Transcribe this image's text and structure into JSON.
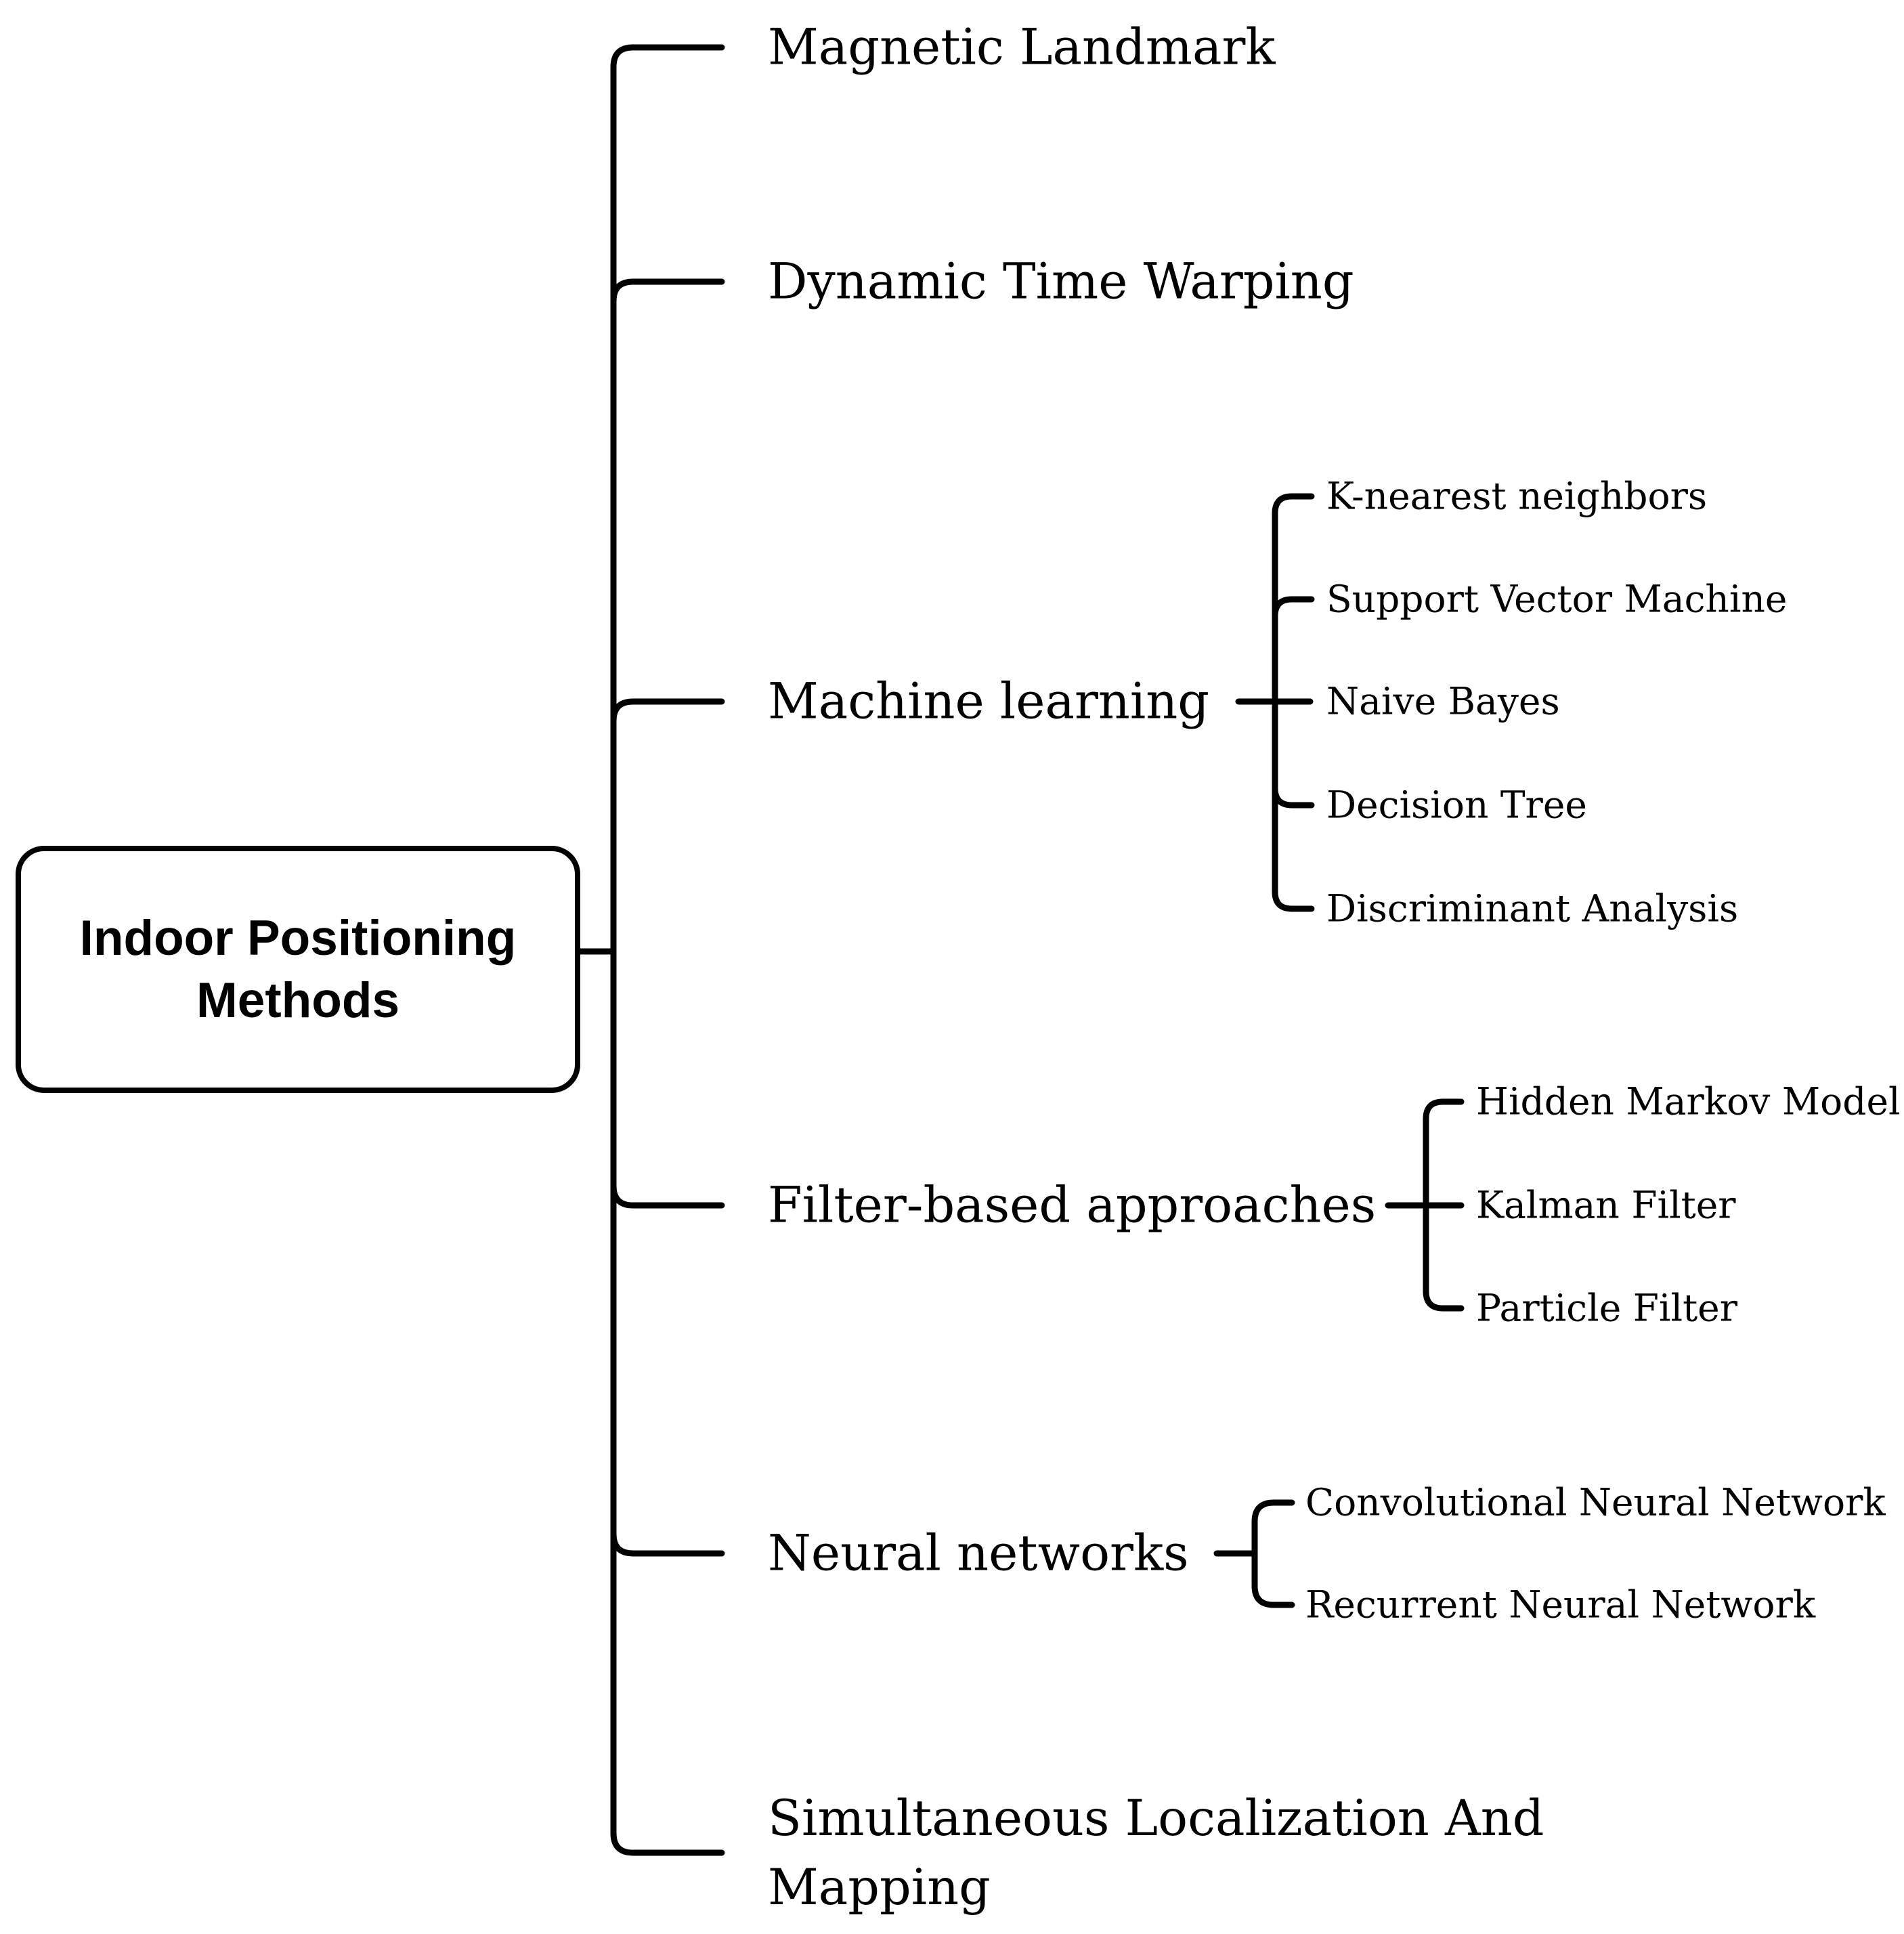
{
  "root": {
    "line1": "Indoor Positioning",
    "line2": "Methods"
  },
  "branches": [
    {
      "label": "Magnetic Landmark",
      "children": []
    },
    {
      "label": "Dynamic Time Warping",
      "children": []
    },
    {
      "label": "Machine learning",
      "children": [
        "K-nearest neighbors",
        "Support Vector Machine",
        "Naive Bayes",
        "Decision Tree",
        "Discriminant Analysis"
      ]
    },
    {
      "label": "Filter-based approaches",
      "children": [
        "Hidden Markov Model",
        "Kalman Filter",
        "Particle Filter"
      ]
    },
    {
      "label": "Neural networks",
      "children": [
        "Convolutional Neural Network",
        "Recurrent Neural Network"
      ]
    },
    {
      "label_line1": "Simultaneous Localization And",
      "label_line2": "Mapping",
      "children": []
    }
  ]
}
